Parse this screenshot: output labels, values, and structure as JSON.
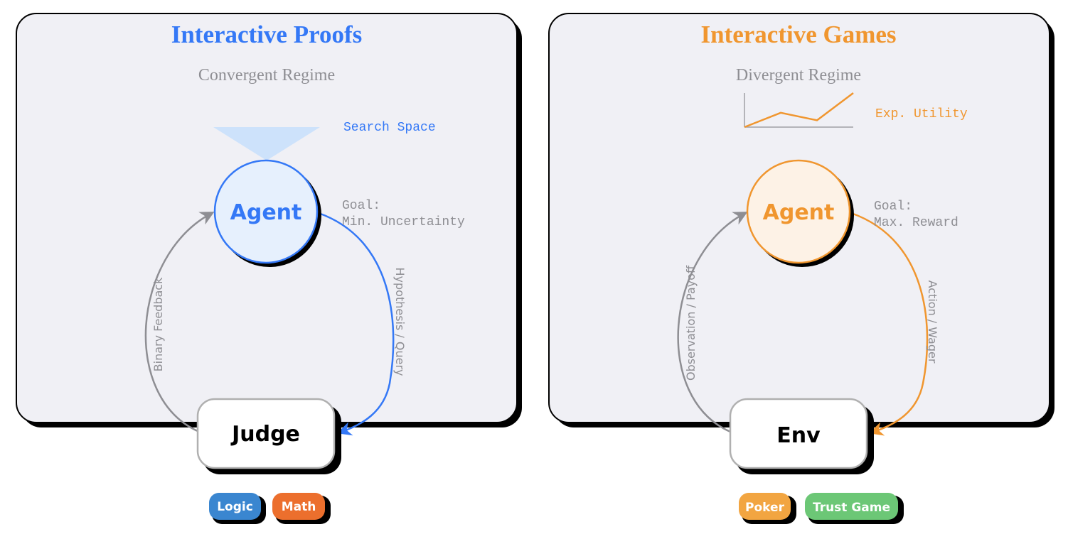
{
  "colors": {
    "proofs_accent": "#3478f6",
    "games_accent": "#f0962f",
    "panel_bg": "#f0f0f5",
    "gray_text": "#8e8e93",
    "proofs_agent_fill": "#e6f0fd",
    "games_agent_fill": "#fdf2e6",
    "search_space_fill": "#cde2fb",
    "tag_logic": "#3a86d0",
    "tag_math": "#ec6f2d",
    "tag_poker": "#f2a541",
    "tag_trust": "#6cc776"
  },
  "panels": [
    {
      "id": "proofs",
      "title": "Interactive Proofs",
      "regime": "Convergent Regime",
      "annotation": "Search Space",
      "agent_label": "Agent",
      "goal_line1": "Goal:",
      "goal_line2": "Min. Uncertainty",
      "counterpart_label": "Judge",
      "outgoing_edge_label": "Hypothesis / Query",
      "incoming_edge_label": "Binary Feedback",
      "tags": [
        "Logic",
        "Math"
      ]
    },
    {
      "id": "games",
      "title": "Interactive Games",
      "regime": "Divergent Regime",
      "annotation": "Exp. Utility",
      "agent_label": "Agent",
      "goal_line1": "Goal:",
      "goal_line2": "Max. Reward",
      "counterpart_label": "Env",
      "outgoing_edge_label": "Action / Wager",
      "incoming_edge_label": "Observation / Payoff",
      "tags": [
        "Poker",
        "Trust Game"
      ]
    }
  ],
  "utility_sparkline": [
    0,
    0.42,
    0.2,
    1.0
  ]
}
